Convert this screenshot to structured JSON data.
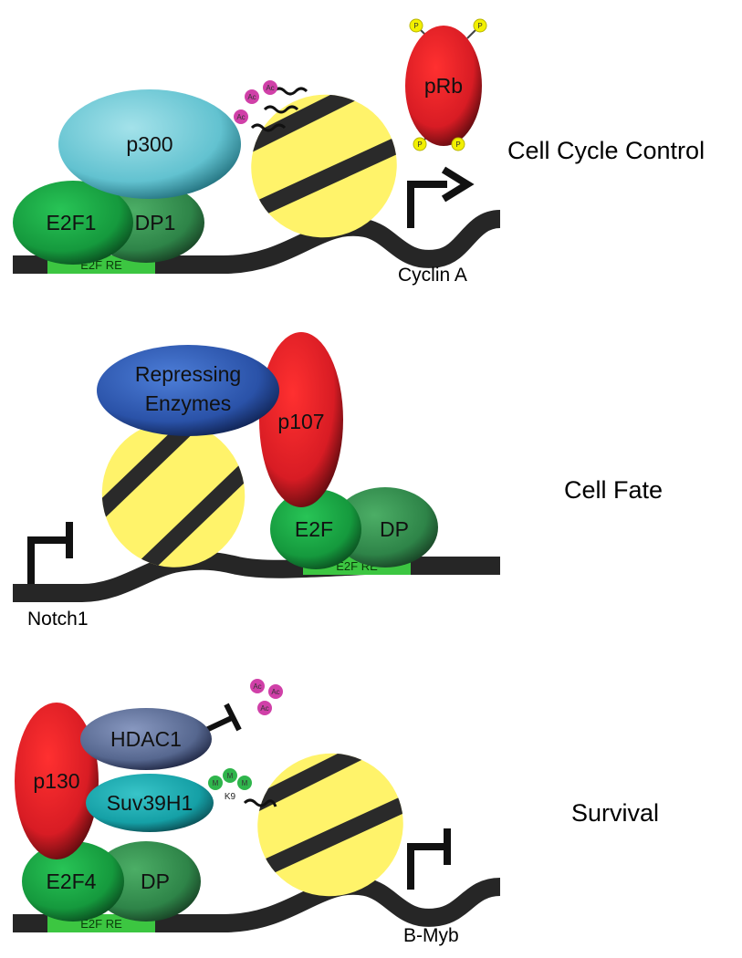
{
  "panels": {
    "cell_cycle": {
      "title": "Cell Cycle Control",
      "p300": "p300",
      "pRb": "pRb",
      "phospho": "P",
      "acetyl": "Ac",
      "e2f": "E2F1",
      "dp": "DP1",
      "response_element": "E2F RE",
      "gene": "Cyclin A"
    },
    "cell_fate": {
      "title": "Cell Fate",
      "repressor_line1": "Repressing",
      "repressor_line2": "Enzymes",
      "pocket_protein": "p107",
      "e2f": "E2F",
      "dp": "DP",
      "response_element": "E2F RE",
      "gene": "Notch1"
    },
    "survival": {
      "title": "Survival",
      "pocket_protein": "p130",
      "hdac": "HDAC1",
      "methyltransferase": "Suv39H1",
      "acetyl": "Ac",
      "methyl": "M",
      "lysine": "K9",
      "e2f": "E2F4",
      "dp": "DP",
      "response_element": "E2F RE",
      "gene": "B-Myb"
    }
  },
  "colors": {
    "dna": "#262626",
    "nucleosome": "#fff36a",
    "histone_band": "#2a2a2a",
    "e2f_green": "#16a142",
    "dp_green": "#2e8a48",
    "re_box": "#3cc641",
    "pocket_red": "#e0202a",
    "p300_cyan": "#6cc8d4",
    "repressor_blue": "#2d58b0",
    "hdac_slate": "#5b6c94",
    "suv_teal": "#1aa6ac",
    "acetyl_magenta": "#d040a8",
    "phospho_yellow": "#f2f000",
    "methyl_green": "#2fb54c"
  }
}
